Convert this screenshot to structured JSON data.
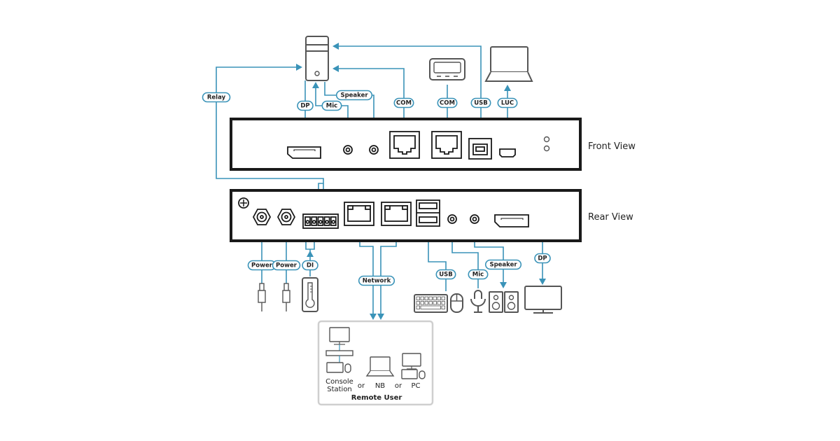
{
  "views": {
    "front": "Front View",
    "rear": "Rear View"
  },
  "labels": {
    "relay": "Relay",
    "dp_front": "DP",
    "mic_front": "Mic",
    "speaker_front": "Speaker",
    "com1": "COM",
    "com2": "COM",
    "usb_front": "USB",
    "luc": "LUC",
    "power1": "Power",
    "power2": "Power",
    "di": "DI",
    "network": "Network",
    "usb_rear": "USB",
    "mic_rear": "Mic",
    "speaker_rear": "Speaker",
    "dp_rear": "DP"
  },
  "remote_user": {
    "title": "Remote User",
    "console_line1": "Console",
    "console_line2": "Station",
    "or1": "or",
    "nb": "NB",
    "or2": "or",
    "pc": "PC"
  },
  "colors": {
    "wire": "#3a93b8",
    "device_outline": "#555555",
    "box_outline": "#1a1a1a"
  }
}
